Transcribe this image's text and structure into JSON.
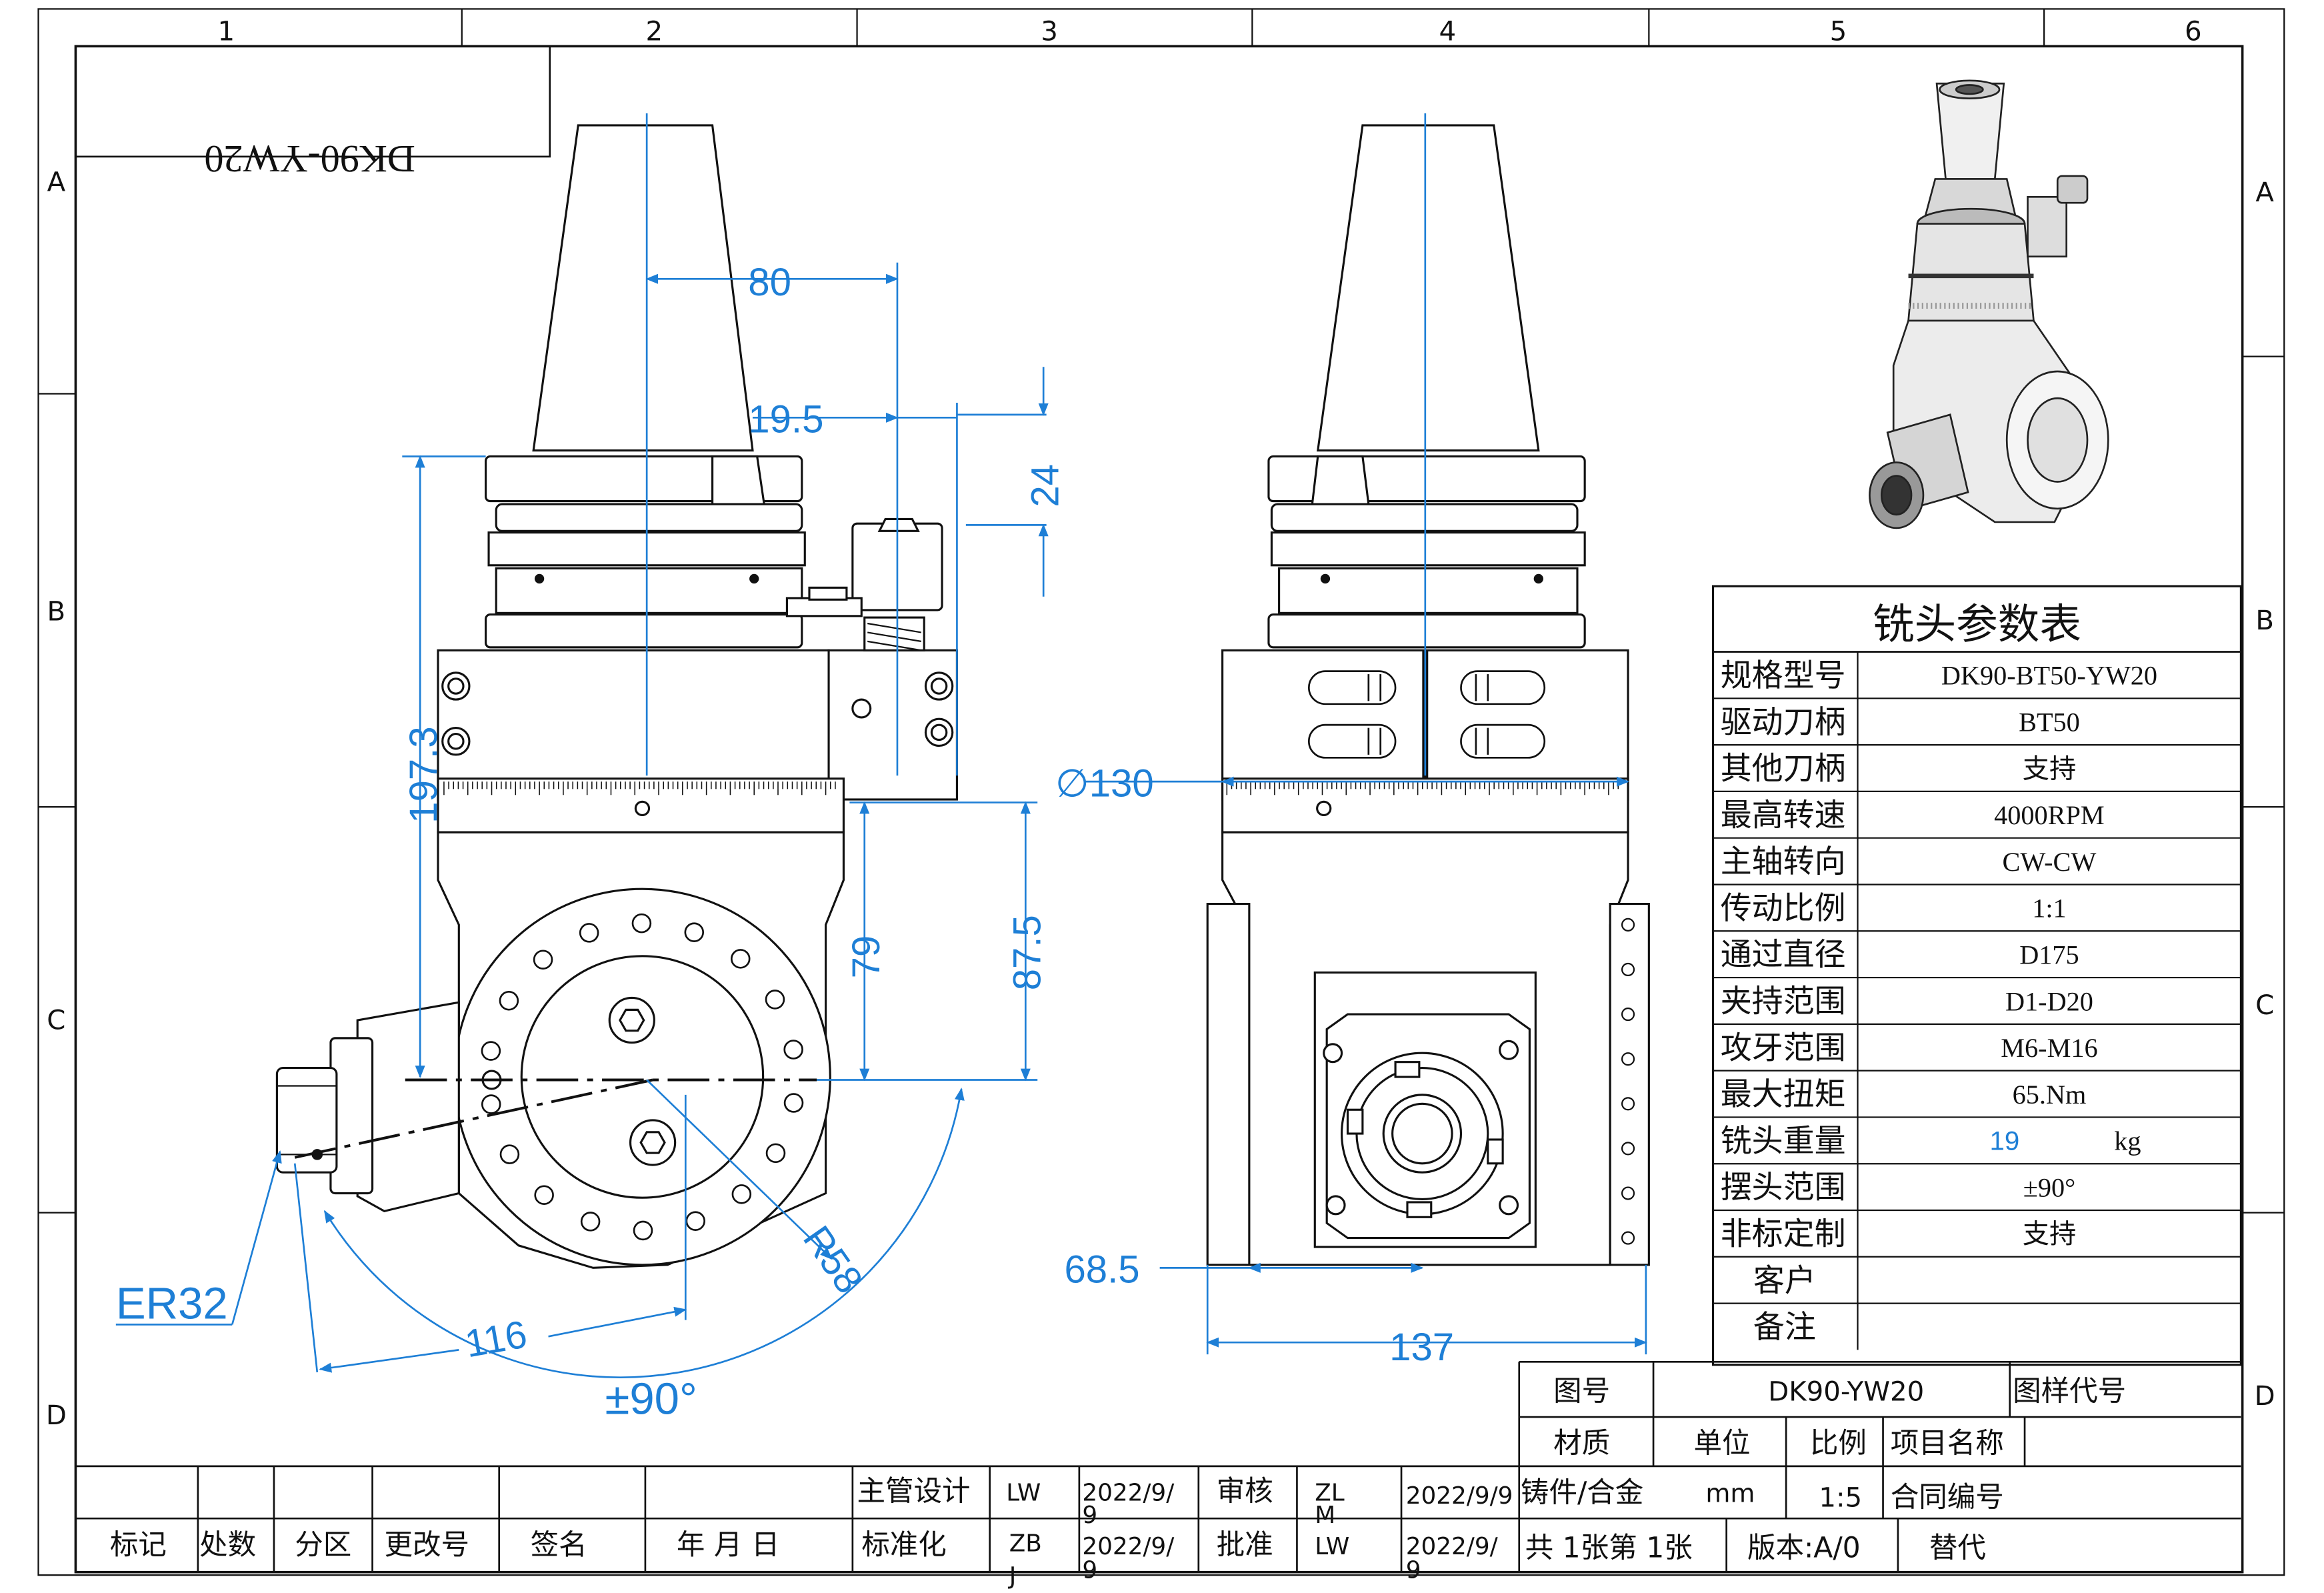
{
  "border": {
    "columns": [
      "1",
      "2",
      "3",
      "4",
      "5",
      "6"
    ],
    "rows_left": [
      "A",
      "B",
      "C",
      "D"
    ],
    "rows_right": [
      "A",
      "B",
      "C",
      "D"
    ]
  },
  "stamp": "DK90-YW20",
  "dimensions": {
    "d80": "80",
    "d19_5": "19.5",
    "d24": "24",
    "d197_3": "197.3",
    "d79": "79",
    "d87_5": "87.5",
    "r58": "R58",
    "d116": "116",
    "angle": "±90°",
    "er32": "ER32",
    "dia130": "∅130",
    "d68_5": "68.5",
    "d137": "137"
  },
  "param_table": {
    "title": "铣头参数表",
    "rows": [
      {
        "label": "规格型号",
        "value": "DK90-BT50-YW20"
      },
      {
        "label": "驱动刀柄",
        "value": "BT50"
      },
      {
        "label": "其他刀柄",
        "value": "支持"
      },
      {
        "label": "最高转速",
        "value": "4000RPM"
      },
      {
        "label": "主轴转向",
        "value": "CW-CW"
      },
      {
        "label": "传动比例",
        "value": "1:1"
      },
      {
        "label": "通过直径",
        "value": "D175"
      },
      {
        "label": "夹持范围",
        "value": "D1-D20"
      },
      {
        "label": "攻牙范围",
        "value": "M6-M16"
      },
      {
        "label": "最大扭矩",
        "value": "65.Nm"
      },
      {
        "label": "铣头重量",
        "value": "19",
        "unit": "kg"
      },
      {
        "label": "摆头范围",
        "value": "±90°"
      },
      {
        "label": "非标定制",
        "value": "支持"
      },
      {
        "label": "客户",
        "value": ""
      },
      {
        "label": "备注",
        "value": ""
      }
    ]
  },
  "title_block": {
    "drawing_no_label": "图号",
    "drawing_no": "DK90-YW20",
    "drawing_code_label": "图样代号",
    "material_label": "材质",
    "unit_label": "单位",
    "scale_label": "比例",
    "project_label": "项目名称",
    "material": "铸件/合金",
    "unit": "mm",
    "scale": "1:5",
    "contract_label": "合同编号",
    "sheets": "共 1张第 1张",
    "version": "版本:A/0",
    "replace": "替代",
    "mark": "标记",
    "count": "处数",
    "zone": "分区",
    "change_no": "更改号",
    "signature": "签名",
    "date_label": "年 月 日",
    "design_label": "主管设计",
    "design_name": "LW",
    "design_date_1": "2022/9/",
    "design_date_2": "9",
    "review_label": "审核",
    "review_name_1": "ZL",
    "review_name_2": "M",
    "review_date": "2022/9/9",
    "std_label": "标准化",
    "std_name_1": "ZB",
    "std_name_2": "J",
    "std_date_1": "2022/9/",
    "std_date_2": "9",
    "approve_label": "批准",
    "approve_name": "LW",
    "approve_date_1": "2022/9/",
    "approve_date_2": "9"
  }
}
